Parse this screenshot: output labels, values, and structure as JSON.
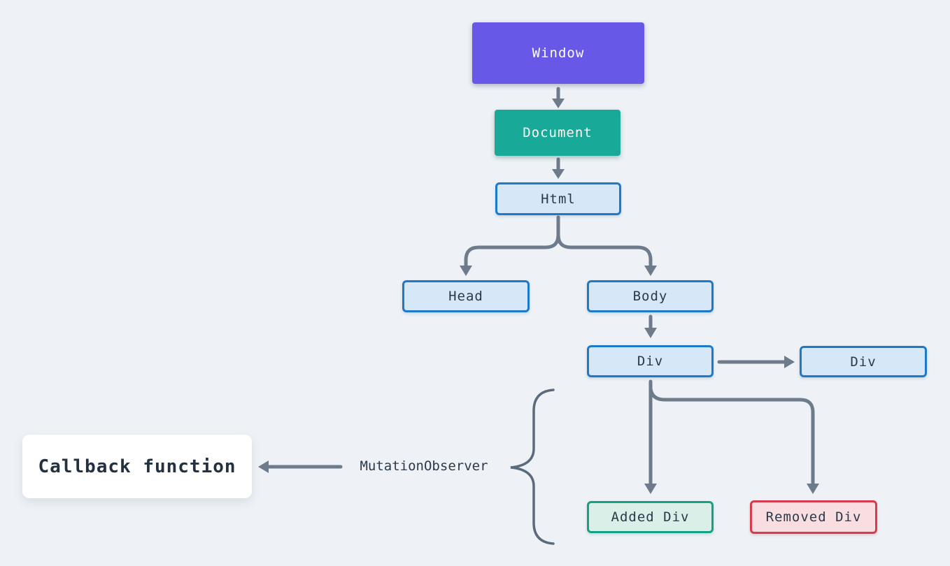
{
  "nodes": {
    "window": {
      "label": "Window"
    },
    "document": {
      "label": "Document"
    },
    "html": {
      "label": "Html"
    },
    "head": {
      "label": "Head"
    },
    "body": {
      "label": "Body"
    },
    "div_child": {
      "label": "Div"
    },
    "div_sibling": {
      "label": "Div"
    },
    "added_div": {
      "label": "Added Div"
    },
    "removed_div": {
      "label": "Removed Div"
    }
  },
  "callback": {
    "label": "Callback function"
  },
  "observer": {
    "label": "MutationObserver"
  },
  "colors": {
    "background": "#eef2f6",
    "window_bg": "#6858e8",
    "document_bg": "#18a999",
    "node_blue_bg": "#d6e7f8",
    "node_blue_border": "#1e7ac9",
    "added_bg": "#d9efe8",
    "added_border": "#16a085",
    "removed_bg": "#f8dee1",
    "removed_border": "#d63c4e",
    "connector": "#6e7b8a",
    "brace": "#5b6b7c",
    "text_dark": "#2b3949",
    "text_light": "#ffffff",
    "callback_bg": "#ffffff"
  }
}
